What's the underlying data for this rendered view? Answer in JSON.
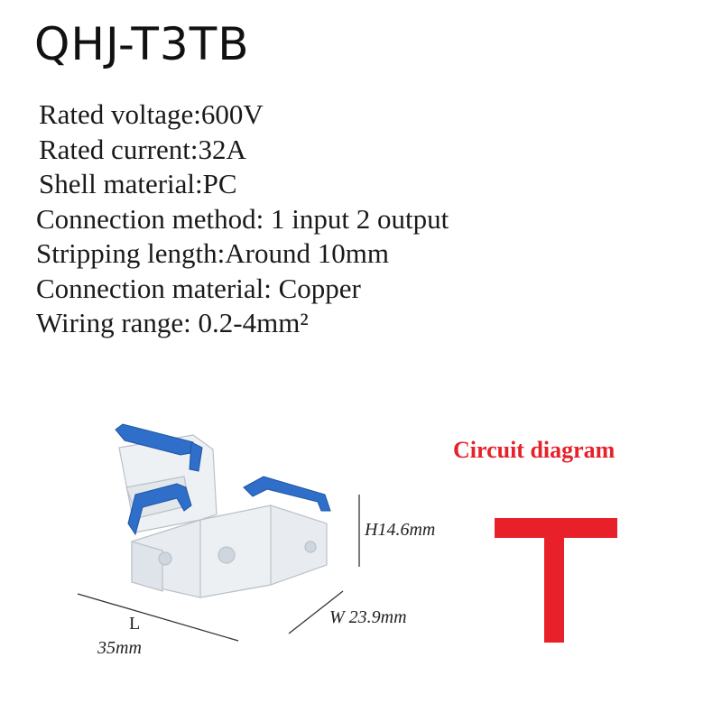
{
  "title": "QHJ-T3TB",
  "specs": [
    "Rated voltage:600V",
    "Rated current:32A",
    "Shell material:PC",
    "Connection method: 1 input 2 output",
    "Stripping length:Around 10mm",
    "Connection material: Copper",
    "Wiring range: 0.2-4mm²"
  ],
  "dimensions": {
    "length_label": "L",
    "length_value": "35mm",
    "width": "W 23.9mm",
    "height": "H14.6mm"
  },
  "circuit": {
    "title": "Circuit diagram"
  },
  "colors": {
    "circuit_red": "#e8202a",
    "lever_blue": "#2f6ec9",
    "housing": "#e6eaee"
  }
}
